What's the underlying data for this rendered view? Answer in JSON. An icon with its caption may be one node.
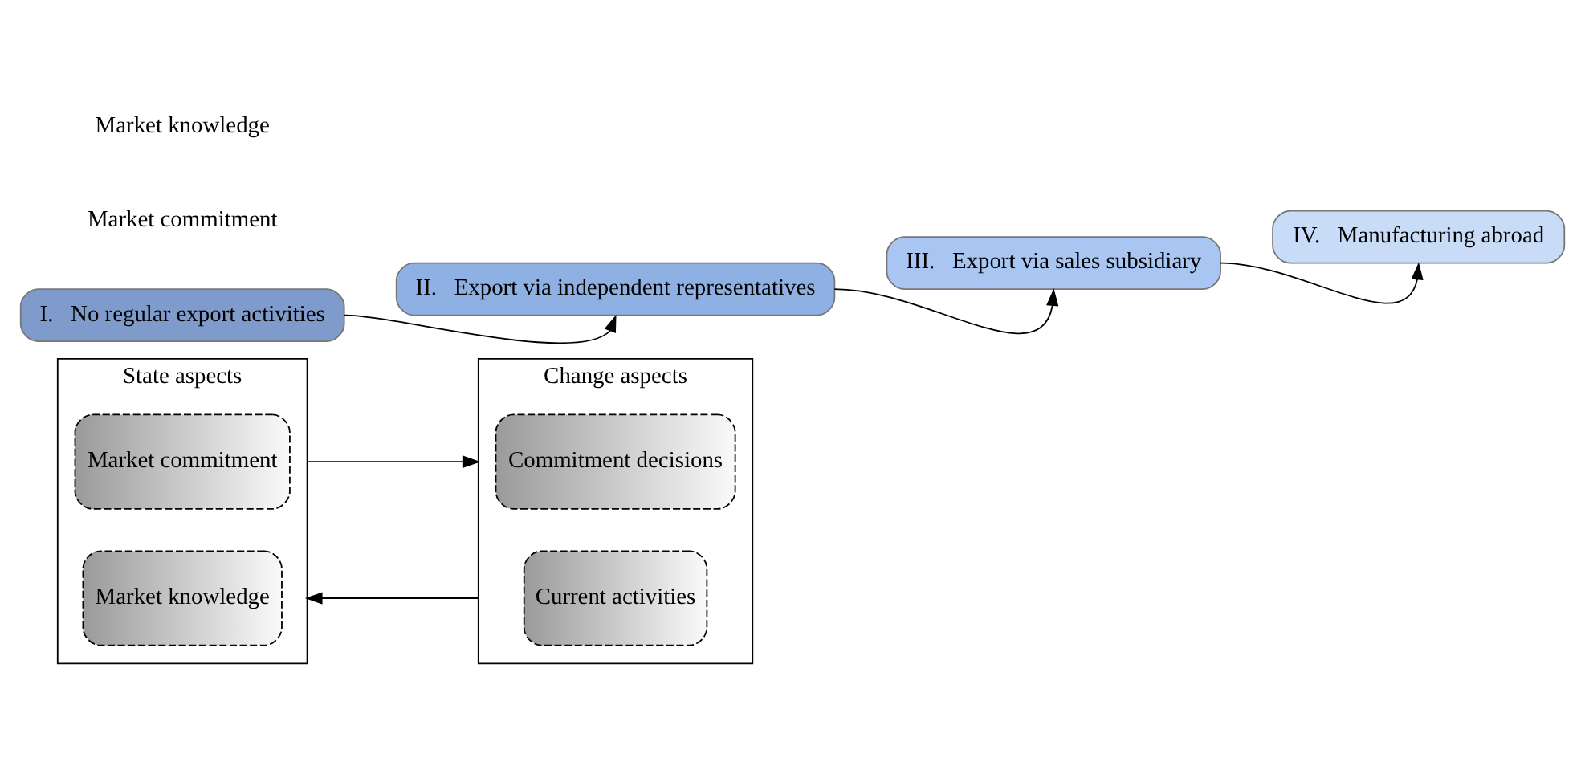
{
  "diagram": {
    "nodes": [
      {
        "text": [
          "State aspects"
        ]
      },
      {
        "text": [
          "Market commitment"
        ],
        "in": 0
      },
      {
        "text": [
          "Market knowledge"
        ],
        "in": 0
      },
      {
        "text": [
          "Change aspects"
        ]
      },
      {
        "text": [
          "Commitment decisions"
        ],
        "in": 3
      },
      {
        "text": [
          "Current activities"
        ],
        "in": 3
      },
      {
        "text": [
          "I.",
          "No regular export activities"
        ]
      },
      {
        "text": [
          "II.",
          "Export via independent representatives"
        ]
      },
      {
        "text": [
          "III.",
          "Export via sales subsidiary"
        ]
      },
      {
        "text": [
          "IV.",
          "Manufacturing abroad"
        ]
      }
    ],
    "edges": [
      {
        "from": 0,
        "to": 3,
        "arrow": "to"
      },
      {
        "from": 3,
        "to": 0,
        "arrow": "to"
      },
      {
        "from": 6,
        "to": 7,
        "arrow": "to"
      },
      {
        "from": 7,
        "to": 8,
        "arrow": "to"
      },
      {
        "from": 8,
        "to": 9,
        "arrow": "to"
      }
    ],
    "labels": [
      "Market commitment",
      "Market knowledge"
    ]
  }
}
